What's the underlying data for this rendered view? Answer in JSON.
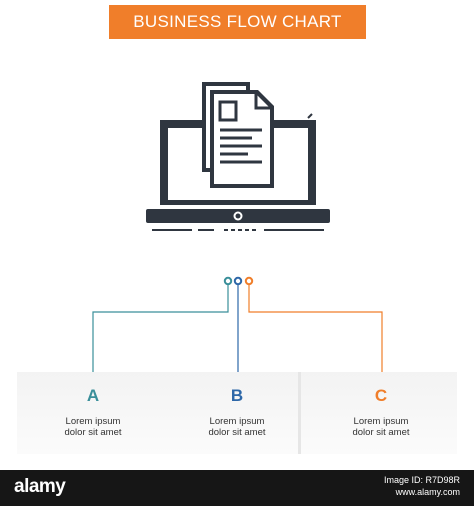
{
  "header": {
    "title": "BUSINESS FLOW CHART"
  },
  "colors": {
    "banner": "#f07e2a",
    "teal": "#3a8f9a",
    "blue": "#2d67a8",
    "orange": "#f07e2a",
    "icon": "#2f3640"
  },
  "hero": {
    "icon": "laptop-with-document-icon"
  },
  "steps": [
    {
      "letter": "A",
      "line1": "Lorem ipsum",
      "line2": "dolor sit amet",
      "color": "#3a8f9a"
    },
    {
      "letter": "B",
      "line1": "Lorem ipsum",
      "line2": "dolor sit amet",
      "color": "#2d67a8"
    },
    {
      "letter": "C",
      "line1": "Lorem ipsum",
      "line2": "dolor sit amet",
      "color": "#f07e2a"
    }
  ],
  "footer": {
    "logo": "alamy",
    "image_id": "Image ID: R7D98R",
    "site": "www.alamy.com"
  }
}
